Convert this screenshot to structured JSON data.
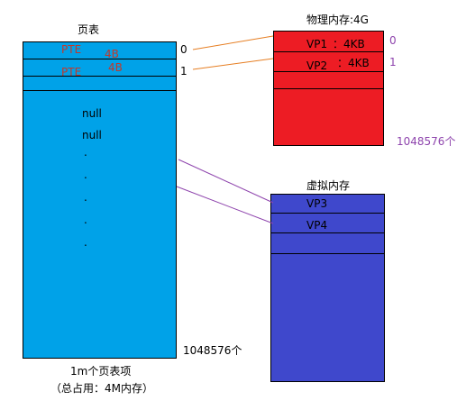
{
  "page_table": {
    "title": "页表",
    "rows": [
      {
        "label": "PTE",
        "size": "4B",
        "index": "0"
      },
      {
        "label": "PTE",
        "size": "4B",
        "index": "1"
      }
    ],
    "null_entries": [
      "null",
      "null"
    ],
    "dots": [
      ".",
      ".",
      ".",
      ".",
      "."
    ],
    "count_label": "1048576个",
    "caption_line1": "1m个页表项",
    "caption_line2": "（总占用：4M内存）",
    "color": "#00a2e8"
  },
  "physical_memory": {
    "title": "物理内存:4G",
    "pages": [
      {
        "label": "VP1",
        "size": "：4KB",
        "index": "0"
      },
      {
        "label": "VP2",
        "size": "：4KB",
        "index": "1"
      }
    ],
    "count_label": "1048576个",
    "color": "#ed1c24"
  },
  "virtual_memory": {
    "title": "虚拟内存",
    "pages": [
      {
        "label": "VP3"
      },
      {
        "label": "VP4"
      }
    ],
    "color": "#3f48cc"
  },
  "connectors": {
    "orange": "#e67e22",
    "purple": "#8e44ad"
  }
}
